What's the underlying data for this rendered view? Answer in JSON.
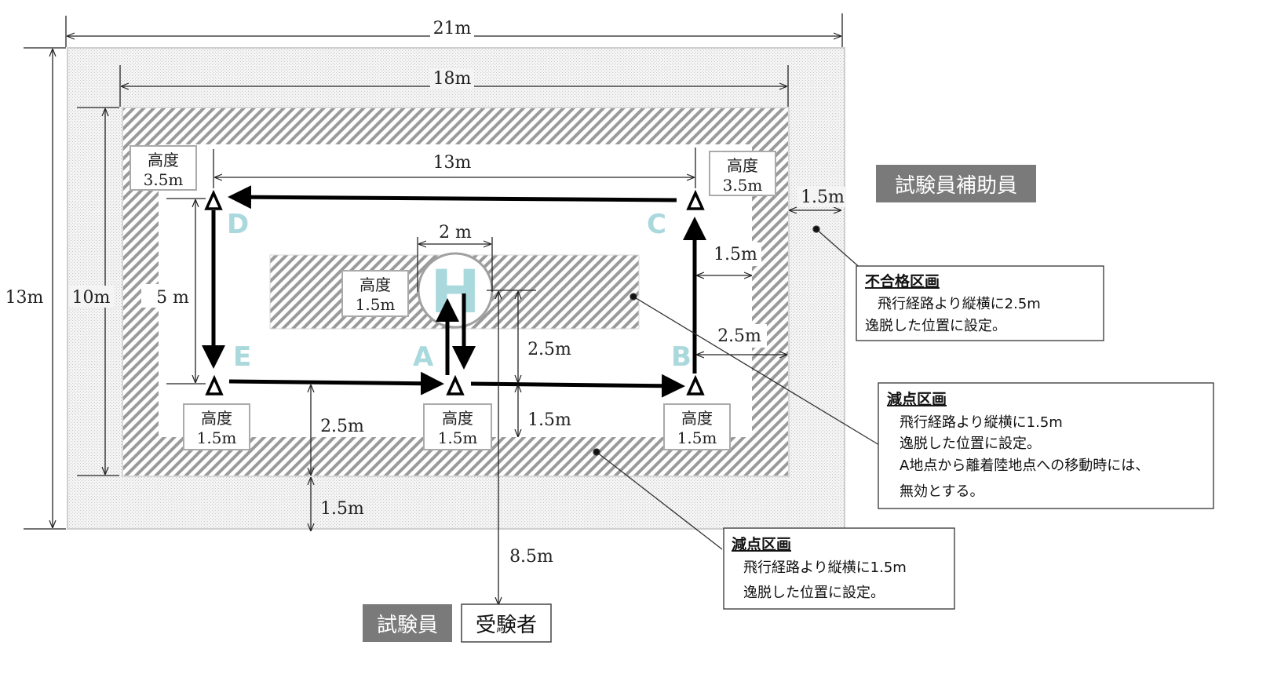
{
  "dimensions": {
    "outer_width": "21m",
    "inner_width": "18m",
    "route_width": "13m",
    "helipad_width": "2 m",
    "outer_height": "13m",
    "inner_height": "10m",
    "route_height": "5 m",
    "right_margin_top": "1.5m",
    "right_c_offset": "1.5m",
    "right_b_offset": "2.5m",
    "center_to_route": "2.5m",
    "route_to_zone": "1.5m",
    "route_to_inner_bottom": "2.5m",
    "inner_to_outer_bottom": "1.5m",
    "examiner_distance": "8.5m"
  },
  "altitude": {
    "label": "高度",
    "D": "3.5m",
    "C": "3.5m",
    "H": "1.5m",
    "E": "1.5m",
    "A": "1.5m",
    "B": "1.5m"
  },
  "points": {
    "A": "A",
    "B": "B",
    "C": "C",
    "D": "D",
    "E": "E",
    "H": "H"
  },
  "roles": {
    "assistant": "試験員補助員",
    "examiner": "試験員",
    "examinee": "受験者"
  },
  "notes": {
    "fail_zone": {
      "title": "不合格区画",
      "lines": [
        "飛行経路より縦横に2.5m",
        "逸脱した位置に設定。"
      ]
    },
    "deduction_zone_1": {
      "title": "減点区画",
      "lines": [
        "飛行経路より縦横に1.5m",
        "逸脱した位置に設定。",
        "A地点から離着陸地点への移動時には、",
        "無効とする。"
      ]
    },
    "deduction_zone_2": {
      "title": "減点区画",
      "lines": [
        "飛行経路より縦横に1.5m",
        "逸脱した位置に設定。"
      ]
    }
  },
  "colors": {
    "point_label": "#a9d8dd",
    "role_dark_bg": "#7a7a7a"
  }
}
